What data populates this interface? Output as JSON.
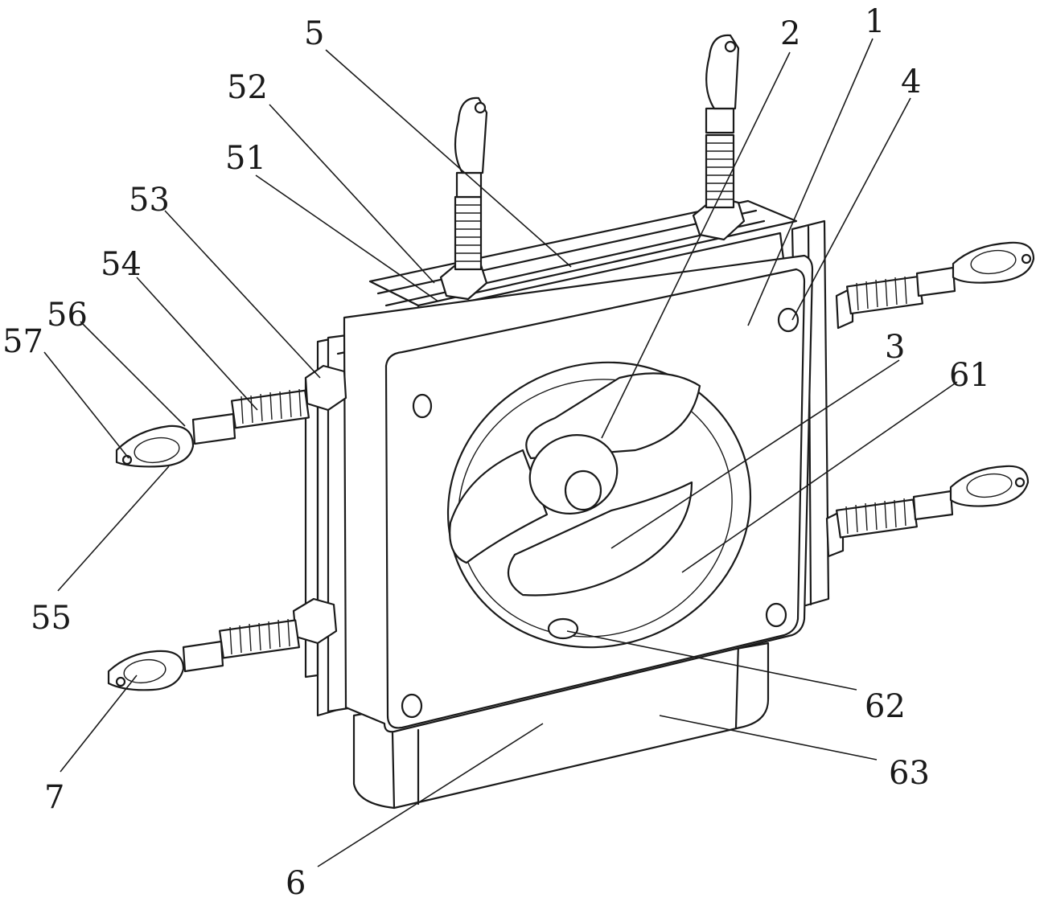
{
  "labels": [
    {
      "id": "1",
      "text": "1"
    },
    {
      "id": "2",
      "text": "2"
    },
    {
      "id": "3",
      "text": "3"
    },
    {
      "id": "4",
      "text": "4"
    },
    {
      "id": "5",
      "text": "5"
    },
    {
      "id": "6",
      "text": "6"
    },
    {
      "id": "7",
      "text": "7"
    },
    {
      "id": "51",
      "text": "51"
    },
    {
      "id": "52",
      "text": "52"
    },
    {
      "id": "53",
      "text": "53"
    },
    {
      "id": "54",
      "text": "54"
    },
    {
      "id": "55",
      "text": "55"
    },
    {
      "id": "56",
      "text": "56"
    },
    {
      "id": "57",
      "text": "57"
    },
    {
      "id": "61",
      "text": "61"
    },
    {
      "id": "62",
      "text": "62"
    },
    {
      "id": "63",
      "text": "63"
    }
  ]
}
